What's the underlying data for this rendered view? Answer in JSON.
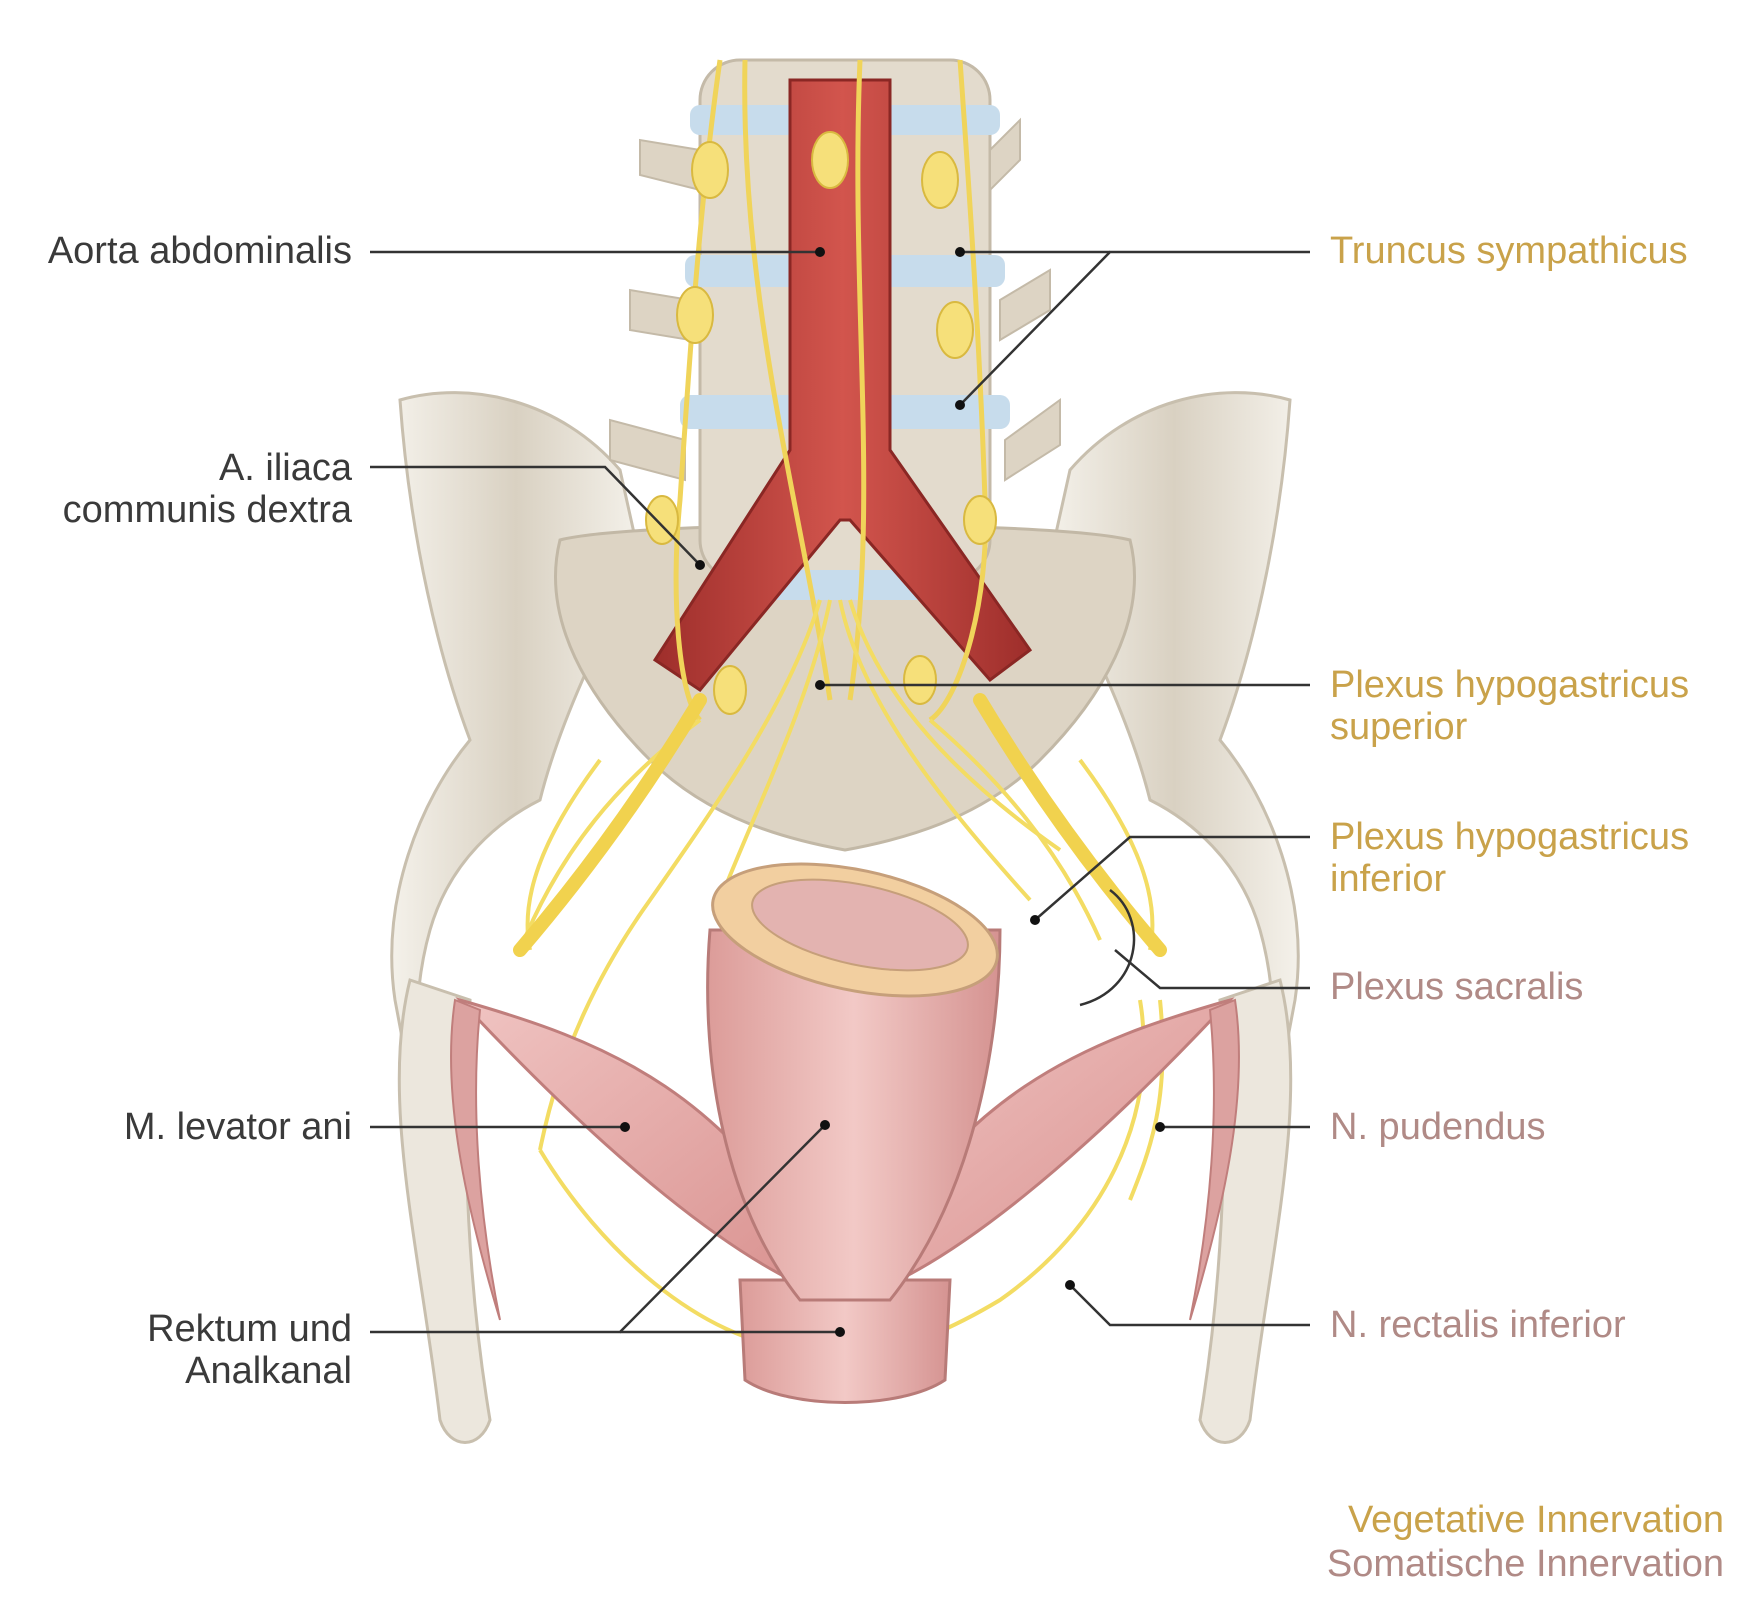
{
  "colors": {
    "vegetative": "#c9a24a",
    "somatic": "#b08a86",
    "leader": "#333333",
    "nerve": "#f3dc63",
    "bone": "#ddd6c9",
    "aorta": "#c0433e",
    "muscle": "#e3a8a8"
  },
  "labels_left": {
    "aorta": "Aorta abdominalis",
    "iliaca_1": "A. iliaca",
    "iliaca_2": "communis dextra",
    "levator": "M. levator ani",
    "rektum_1": "Rektum und",
    "rektum_2": "Analkanal"
  },
  "labels_right": {
    "truncus": "Truncus sympathicus",
    "hypo_sup_1": "Plexus hypogastricus",
    "hypo_sup_2": "superior",
    "hypo_inf_1": "Plexus hypogastricus",
    "hypo_inf_2": "inferior",
    "sacralis": "Plexus sacralis",
    "pudendus": "N. pudendus",
    "rectalis": "N. rectalis inferior"
  },
  "legend": {
    "vegetative": "Vegetative Innervation",
    "somatic": "Somatische Innervation"
  }
}
